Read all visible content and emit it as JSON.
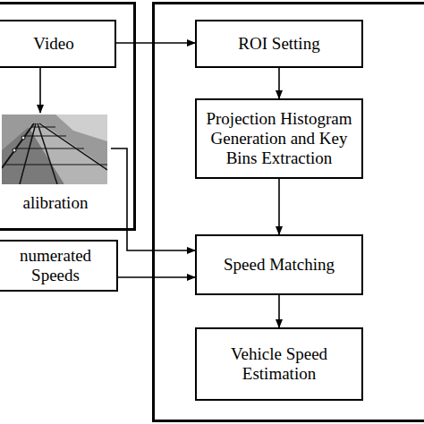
{
  "diagram": {
    "nodes": [
      {
        "text": []
      },
      {
        "text": [
          "Video"
        ],
        "in": 0
      },
      {
        "text": [
          "alibration"
        ],
        "in": 0
      },
      {
        "text": [
          "numerated Speeds"
        ]
      },
      {
        "text": []
      },
      {
        "text": [
          "ROI Setting"
        ],
        "in": 4
      },
      {
        "text": [
          "Projection Histogram Generation and Key Bins Extraction"
        ],
        "in": 4
      },
      {
        "text": [
          "Speed Matching"
        ],
        "in": 4
      },
      {
        "text": [
          "Vehicle Speed Estimation"
        ],
        "in": 4
      }
    ],
    "edges": [
      {
        "from": 1,
        "to": 5,
        "arrow": "to"
      },
      {
        "from": 1,
        "to": 2,
        "arrow": "to"
      },
      {
        "from": 2,
        "to": 7,
        "arrow": "to"
      },
      {
        "from": 3,
        "to": 7,
        "arrow": "to"
      },
      {
        "from": 5,
        "to": 6,
        "arrow": "to"
      },
      {
        "from": 6,
        "to": 7,
        "arrow": "to"
      },
      {
        "from": 7,
        "to": 8,
        "arrow": "to"
      }
    ]
  }
}
